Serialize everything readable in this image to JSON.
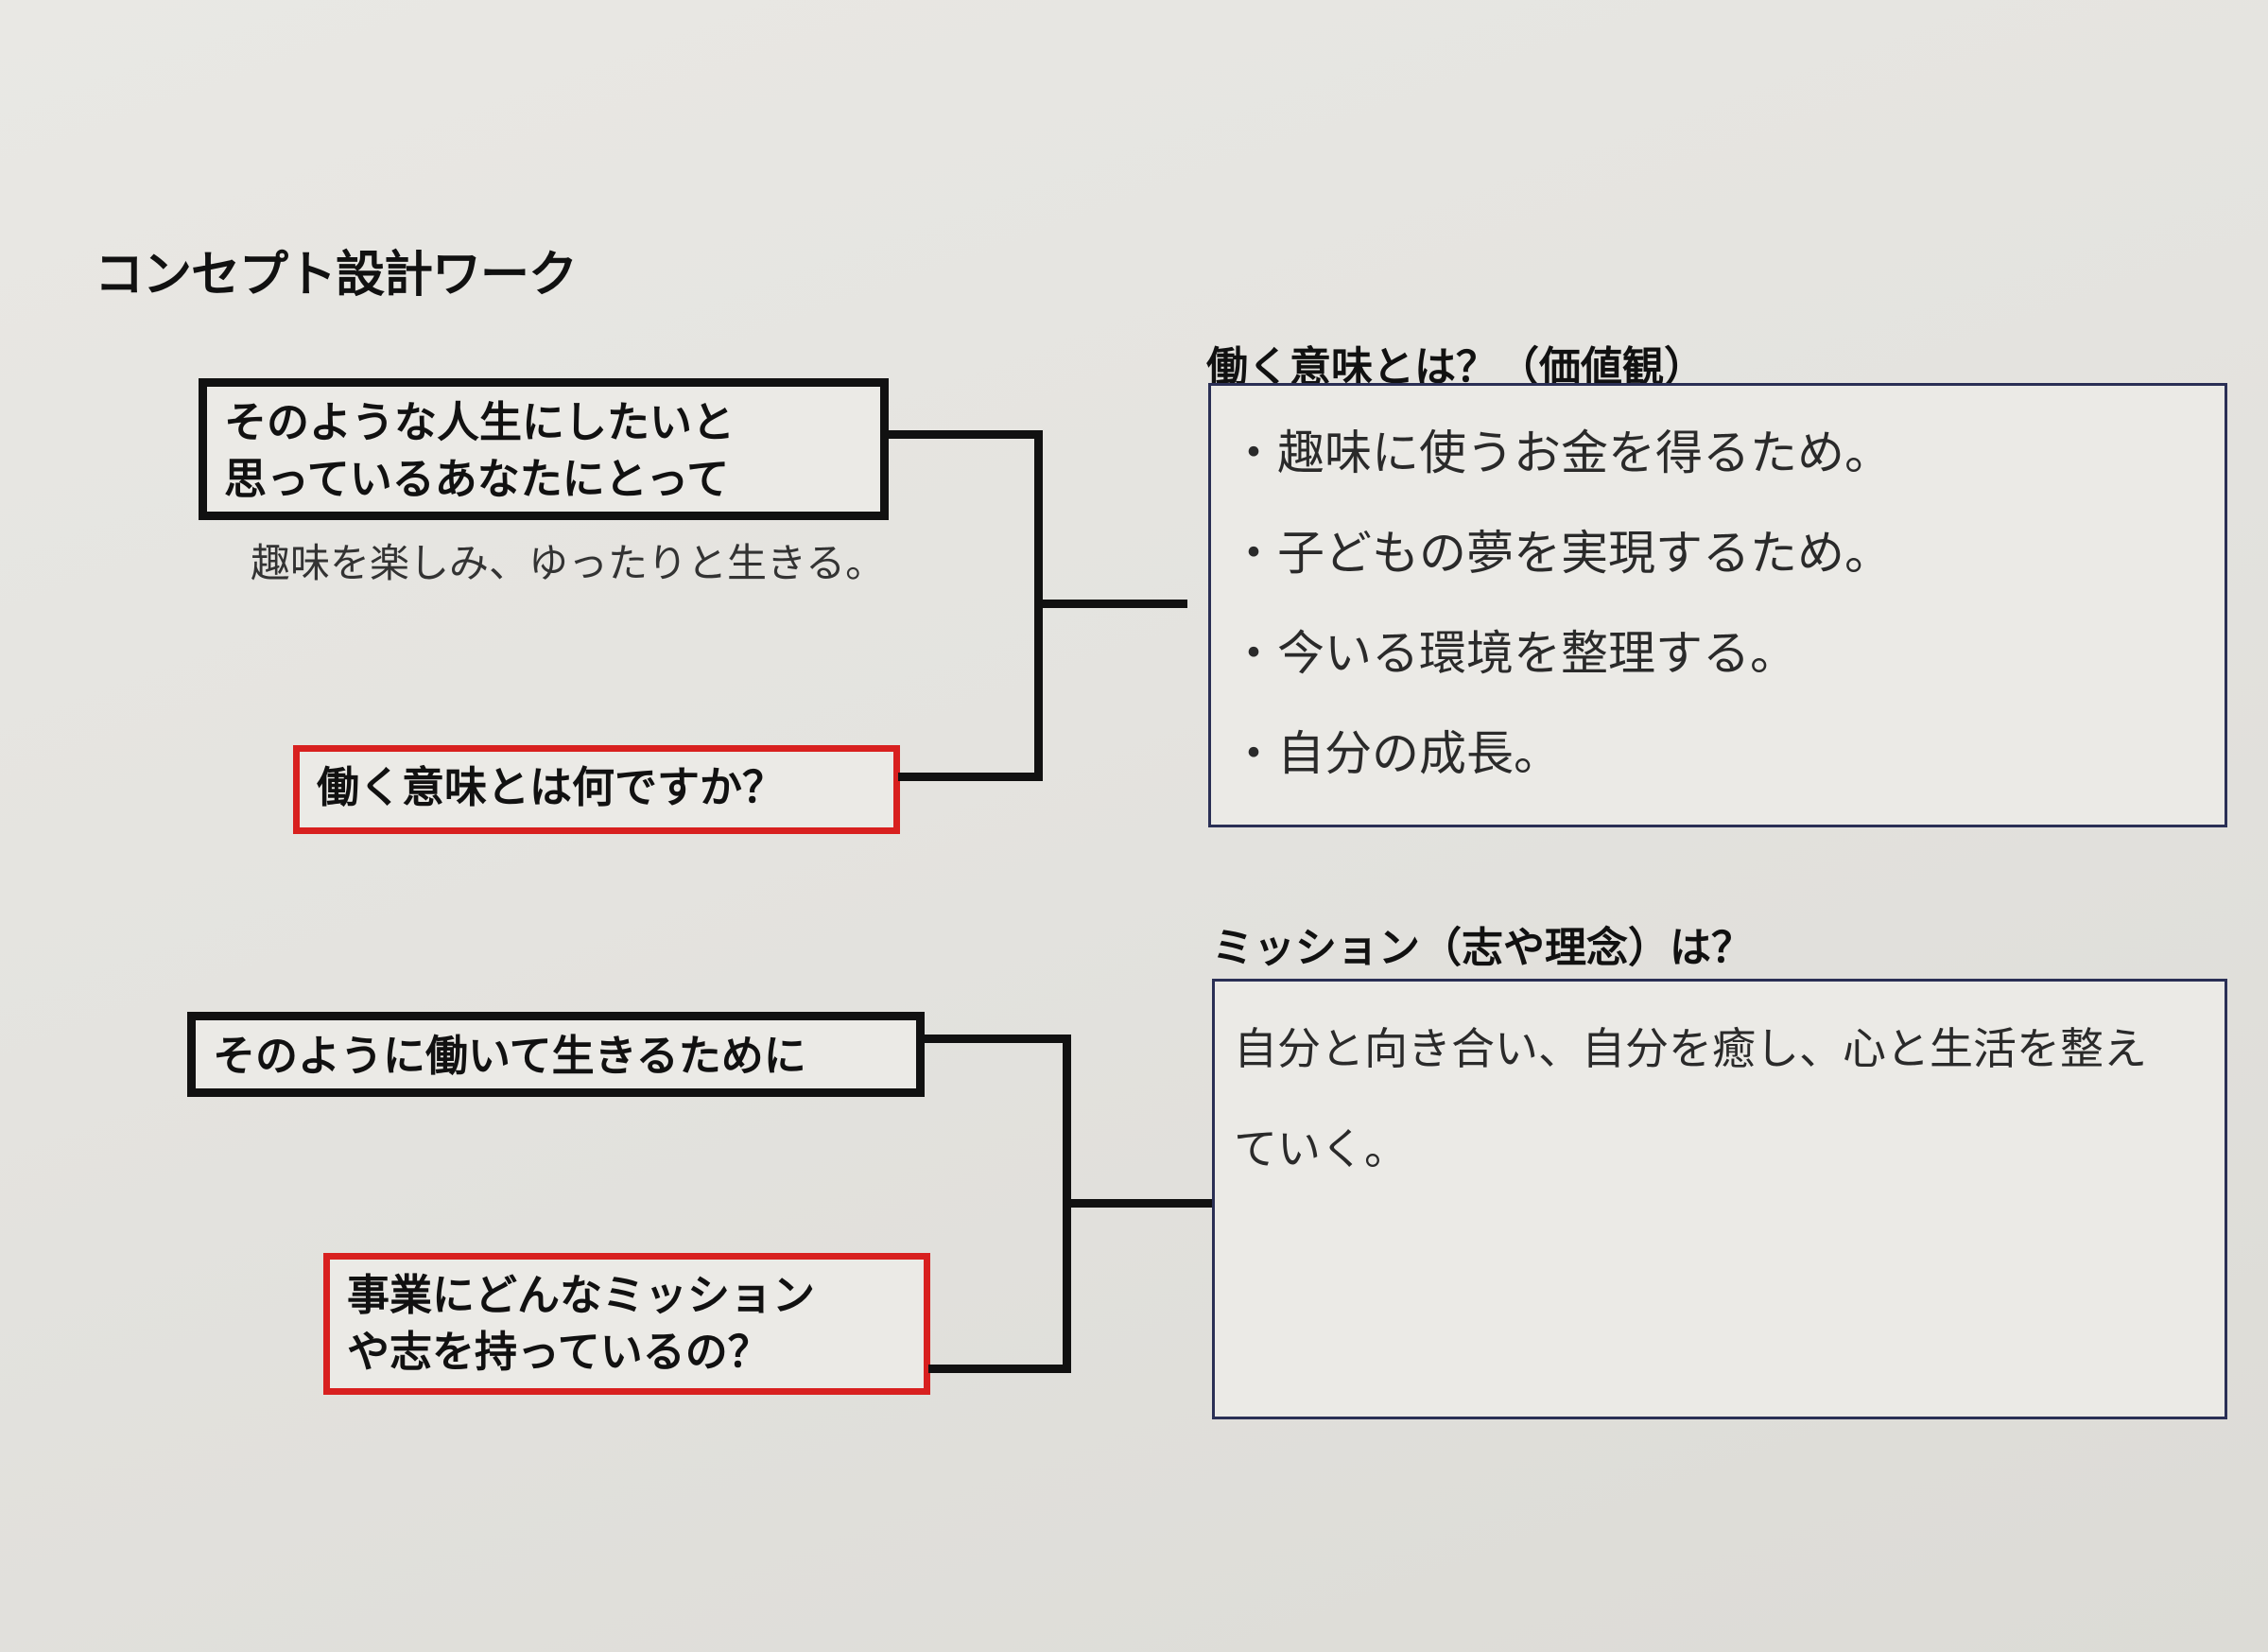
{
  "worksheet": {
    "title": "コンセプト設計ワーク",
    "section1": {
      "prompt_lines": [
        "そのような人生にしたいと",
        "思っているあなたにとって"
      ],
      "prompt_answer": "趣味を楽しみ、ゆったりと生きる。",
      "question": "働く意味とは何ですか？",
      "answer_label": "働く意味とは？（価値観）",
      "answers": [
        "・趣味に使うお金を得るため。",
        "・子どもの夢を実現するため。",
        "・今いる環境を整理する。",
        "・自分の成長。"
      ]
    },
    "section2": {
      "prompt_lines": [
        "そのように働いて生きるために"
      ],
      "question_lines": [
        "事業にどんなミッション",
        "や志を持っているの？"
      ],
      "answer_label": "ミッション（志や理念）は？",
      "answers": [
        "自分と向き合い、自分を癒し、心と生活を整え",
        "ていく。"
      ]
    }
  }
}
